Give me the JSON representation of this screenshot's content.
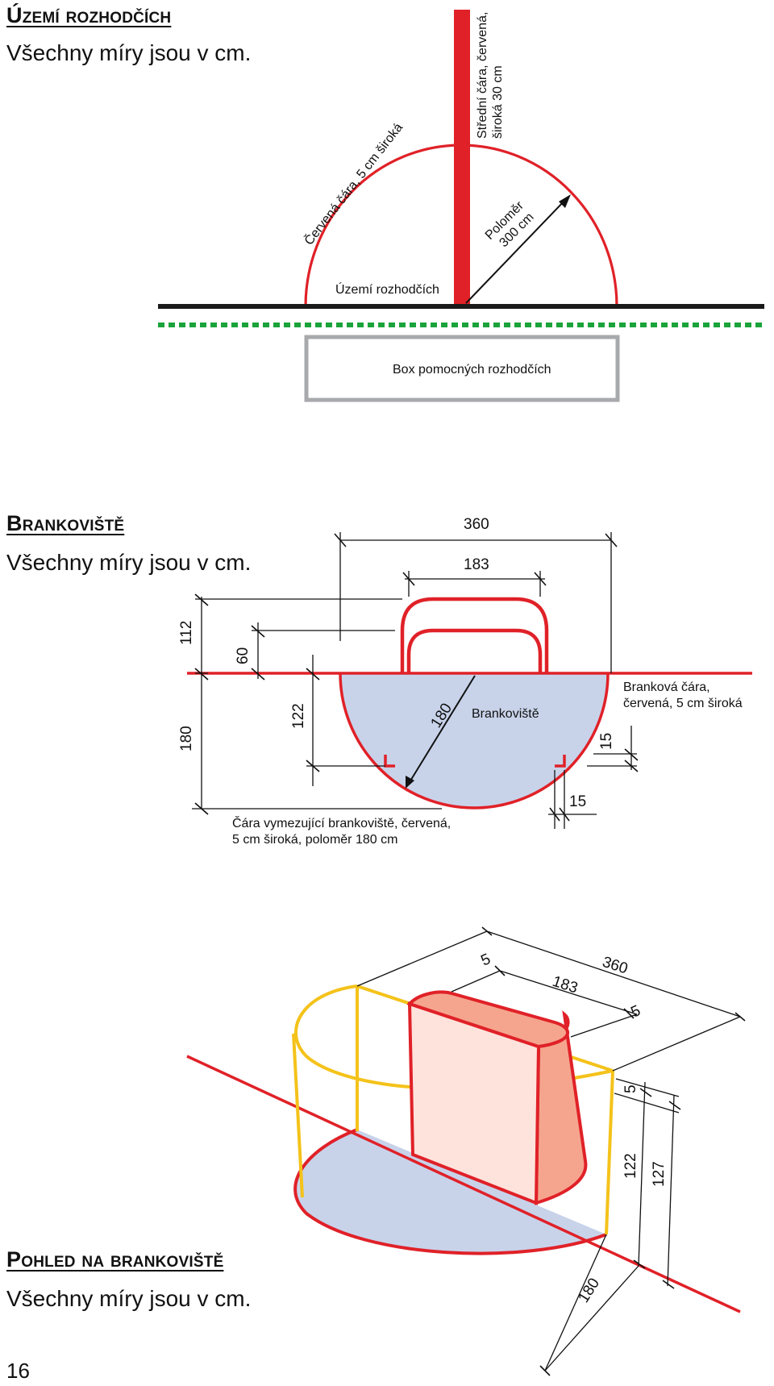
{
  "sections": {
    "referee_area": {
      "title": "Území rozhodčích",
      "subtitle": "Všechny míry jsou v cm.",
      "labels": {
        "center_line": [
          "Střední čára, červená,",
          "široká 30 cm"
        ],
        "arc_line": "Červená čára, 5 cm široká",
        "radius": [
          "Poloměr",
          "300 cm"
        ],
        "area": "Území rozhodčích",
        "box": "Box pomocných rozhodčích"
      }
    },
    "goal_crease": {
      "title": "Brankoviště",
      "subtitle": "Všechny míry jsou v cm.",
      "dims": {
        "width_outer": "360",
        "width_goal": "183",
        "height_112": "112",
        "height_60": "60",
        "depth_180": "180",
        "depth_122": "122",
        "radius_180": "180",
        "mark_15_v": "15",
        "mark_15_h": "15"
      },
      "labels": {
        "crease": "Brankoviště",
        "goal_line": [
          "Branková čára,",
          "červená, 5 cm široká"
        ],
        "crease_line": [
          "Čára vymezující brankoviště, červená,",
          "5 cm široká, poloměr 180 cm"
        ]
      }
    },
    "crease_view": {
      "title": "Pohled na brankoviště",
      "subtitle": "Všechny míry jsou v cm.",
      "dims": {
        "post_5_left": "5",
        "goal_183": "183",
        "width_360": "360",
        "post_5_right": "5",
        "top_5": "5",
        "height_122": "122",
        "height_127": "127",
        "radius_180": "180"
      }
    }
  },
  "page_number": "16",
  "colors": {
    "red": "#e02128",
    "black": "#1a1a1a",
    "green": "#1aa33a",
    "gray": "#a7a9ac",
    "crease_fill": "#c8d3ea",
    "yellow": "#f4c21a",
    "net_light": "#fde3dc",
    "net_dark": "#f5a58e"
  }
}
